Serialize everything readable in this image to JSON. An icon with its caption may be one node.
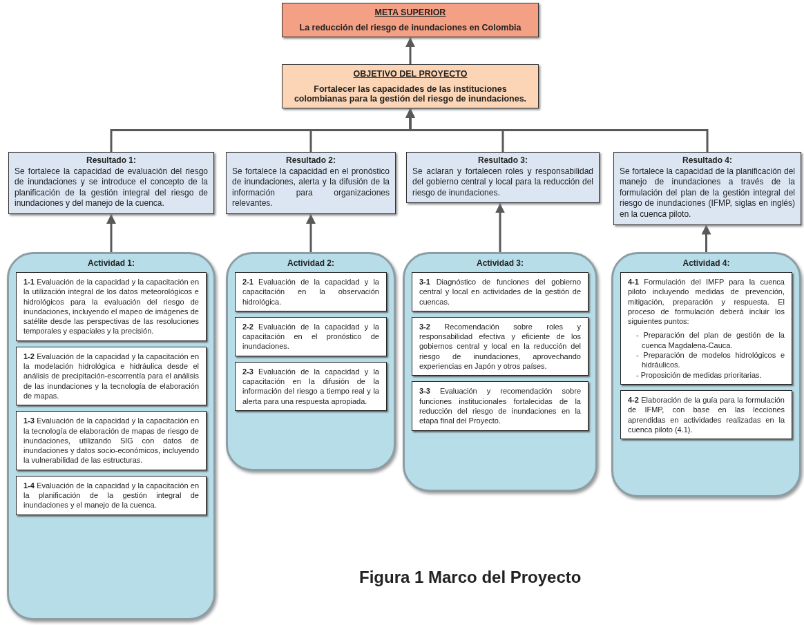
{
  "diagram": {
    "caption": "Figura 1 Marco del Proyecto",
    "nodes": [
      {
        "text": [
          "META SUPERIOR",
          "La reducción del riesgo de inundaciones en Colombia"
        ]
      },
      {
        "text": [
          "OBJETIVO DEL PROYECTO",
          "Fortalecer las capacidades de las instituciones colombianas para la gestión del riesgo de inundaciones."
        ]
      },
      {
        "text": [
          "Resultado 1:",
          "Se fortalece la capacidad de evaluación del riesgo de inundaciones y se introduce el concepto de la planificación de la gestión integral del riesgo de inundaciones y del manejo de la cuenca."
        ]
      },
      {
        "text": [
          "Resultado 2:",
          "Se fortalece la capacidad en el pronóstico de inundaciones, alerta y la difusión de la información para organizaciones relevantes."
        ]
      },
      {
        "text": [
          "Resultado 3:",
          "Se aclaran y fortalecen roles y responsabilidad del gobierno central y local para la reducción del riesgo de inundaciones."
        ]
      },
      {
        "text": [
          "Resultado 4:",
          "Se fortalece la capacidad de la planificación del manejo de inundaciones a través de la formulación del plan de la gestión integral del riesgo de inundaciones (IFMP, siglas en inglés) en la cuenca piloto."
        ]
      },
      {
        "text": [
          "Actividad 1:"
        ]
      },
      {
        "text": [
          "**1-1** Evaluación de la capacidad y la capacitación en la utilización integral de los datos meteorológicos e hidrológicos para la evaluación del riesgo de inundaciones, incluyendo el mapeo de imágenes de satélite desde las perspectivas de las resoluciones temporales y espaciales y la precisión."
        ],
        "in": 6
      },
      {
        "text": [
          "**1-2** Evaluación de la capacidad y la capacitación en la modelación hidrológica e hidráulica desde el análisis de precipitación-escorrentía para el análisis de las inundaciones y la tecnología de elaboración de mapas."
        ],
        "in": 6
      },
      {
        "text": [
          "**1-3** Evaluación de la capacidad y la capacitación en la tecnología de elaboración de mapas de riesgo de inundaciones, utilizando SIG con datos de inundaciones y datos socio-económicos, incluyendo la vulnerabilidad de las estructuras."
        ],
        "in": 6
      },
      {
        "text": [
          "**1-4** Evaluación de la capacidad y la capacitación en la planificación de la gestión integral de inundaciones y el manejo de la cuenca."
        ],
        "in": 6
      },
      {
        "text": [
          "Actividad 2:"
        ]
      },
      {
        "text": [
          "**2-1** Evaluación de la capacidad y la capacitación en la observación hidrológica."
        ],
        "in": 11
      },
      {
        "text": [
          "**2-2** Evaluación de la capacidad y la capacitación en el pronóstico de inundaciones."
        ],
        "in": 11
      },
      {
        "text": [
          "**2-3** Evaluación de la capacidad y la capacitación en la difusión de la información del riesgo a tiempo real y la alerta para una respuesta apropiada."
        ],
        "in": 11
      },
      {
        "text": [
          "Actividad 3:"
        ]
      },
      {
        "text": [
          "**3-1** Diagnóstico de funciones del gobierno central y local en actividades de la gestión de cuencas."
        ],
        "in": 15
      },
      {
        "text": [
          "**3-2** Recomendación sobre roles y responsabilidad efectiva y eficiente de los gobiernos central y local en la reducción del riesgo de inundaciones, aprovechando experiencias en Japón y otros países."
        ],
        "in": 15
      },
      {
        "text": [
          "**3-3** Evaluación y recomendación sobre funciones institucionales fortalecidas de la reducción del riesgo de inundaciones en la etapa final del Proyecto."
        ],
        "in": 15
      },
      {
        "text": [
          "Actividad 4:"
        ]
      },
      {
        "text": [
          "**4-1** Formulación del IMFP para la cuenca piloto incluyendo medidas de prevención, mitigación, preparación y respuesta. El proceso de formulación deberá incluir los siguientes puntos:",
          "- Preparación del plan de gestión de la cuenca Magdalena-Cauca.",
          "- Preparación de modelos hidrológicos e hidráulicos.",
          "- Proposición de medidas prioritarias."
        ],
        "in": 19
      },
      {
        "text": [
          "**4-2** Elaboración de la guía para la formulación de IFMP, con base en las lecciones aprendidas en actividades realizadas en la cuenca piloto (4.1)."
        ],
        "in": 19
      }
    ],
    "edges": [
      {
        "from": 1,
        "to": 0,
        "arrow": "to"
      },
      {
        "from": 2,
        "to": 1,
        "arrow": "to"
      },
      {
        "from": 3,
        "to": 1,
        "arrow": "to"
      },
      {
        "from": 4,
        "to": 1,
        "arrow": "to"
      },
      {
        "from": 5,
        "to": 1,
        "arrow": "to"
      },
      {
        "from": 6,
        "to": 2,
        "arrow": "to"
      },
      {
        "from": 11,
        "to": 3,
        "arrow": "to"
      },
      {
        "from": 15,
        "to": 4,
        "arrow": "to"
      },
      {
        "from": 19,
        "to": 5,
        "arrow": "to"
      }
    ]
  }
}
